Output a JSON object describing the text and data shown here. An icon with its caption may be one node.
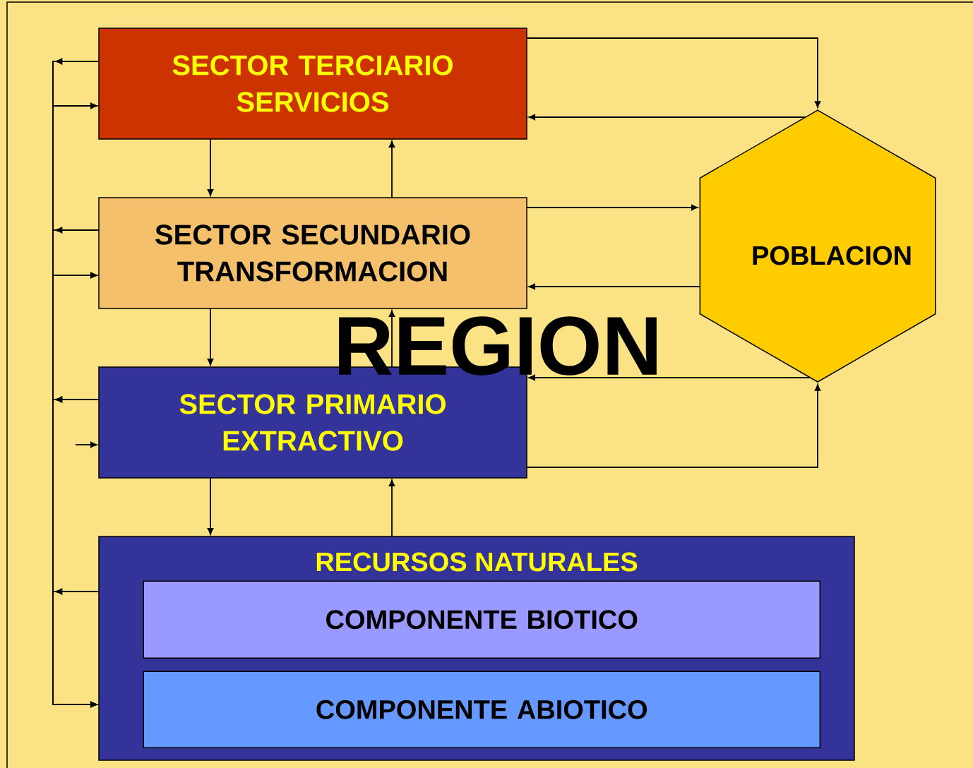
{
  "diagram": {
    "nodes": [
      {
        "text": [
          "SECTOR TERCIARIO SERVICIOS"
        ]
      },
      {
        "text": [
          "SECTOR SECUNDARIO TRANSFORMACION"
        ]
      },
      {
        "text": [
          "SECTOR PRIMARIO EXTRACTIVO"
        ]
      },
      {
        "text": [
          "RECURSOS NATURALES"
        ]
      },
      {
        "text": [
          "COMPONENTE BIOTICO"
        ],
        "in": 3
      },
      {
        "text": [
          "COMPONENTE ABIOTICO"
        ],
        "in": 3
      },
      {
        "text": [
          "POBLACION"
        ]
      }
    ],
    "edges": [
      {
        "from": 0,
        "to": 1,
        "arrow": "to"
      },
      {
        "from": 1,
        "to": 0,
        "arrow": "to"
      },
      {
        "from": 1,
        "to": 2,
        "arrow": "to"
      },
      {
        "from": 2,
        "to": 1,
        "arrow": "to"
      },
      {
        "from": 2,
        "to": 3,
        "arrow": "to"
      },
      {
        "from": 3,
        "to": 2,
        "arrow": "to"
      },
      {
        "from": 0,
        "to": 6,
        "arrow": "to"
      },
      {
        "from": 6,
        "to": 0,
        "arrow": "to"
      },
      {
        "from": 1,
        "to": 6,
        "arrow": "to"
      },
      {
        "from": 6,
        "to": 1,
        "arrow": "to"
      },
      {
        "from": 6,
        "to": 2,
        "arrow": "to"
      },
      {
        "from": 2,
        "to": 6,
        "arrow": "to"
      },
      {
        "from": null,
        "to": 2,
        "arrow": "to"
      },
      {
        "from": 0,
        "to": 1,
        "arrow": "to"
      },
      {
        "from": 0,
        "to": 3,
        "arrow": "to"
      },
      {
        "from": 1,
        "to": 0,
        "arrow": "to"
      },
      {
        "from": 1,
        "to": 3,
        "arrow": "to"
      },
      {
        "from": 2,
        "to": 0,
        "arrow": "to"
      },
      {
        "from": 2,
        "to": 1,
        "arrow": "to"
      },
      {
        "from": 2,
        "to": 3,
        "arrow": "to"
      },
      {
        "from": 3,
        "to": 0,
        "arrow": "to"
      },
      {
        "from": 3,
        "to": 1,
        "arrow": "to"
      }
    ],
    "labels": [
      "REGION"
    ]
  }
}
